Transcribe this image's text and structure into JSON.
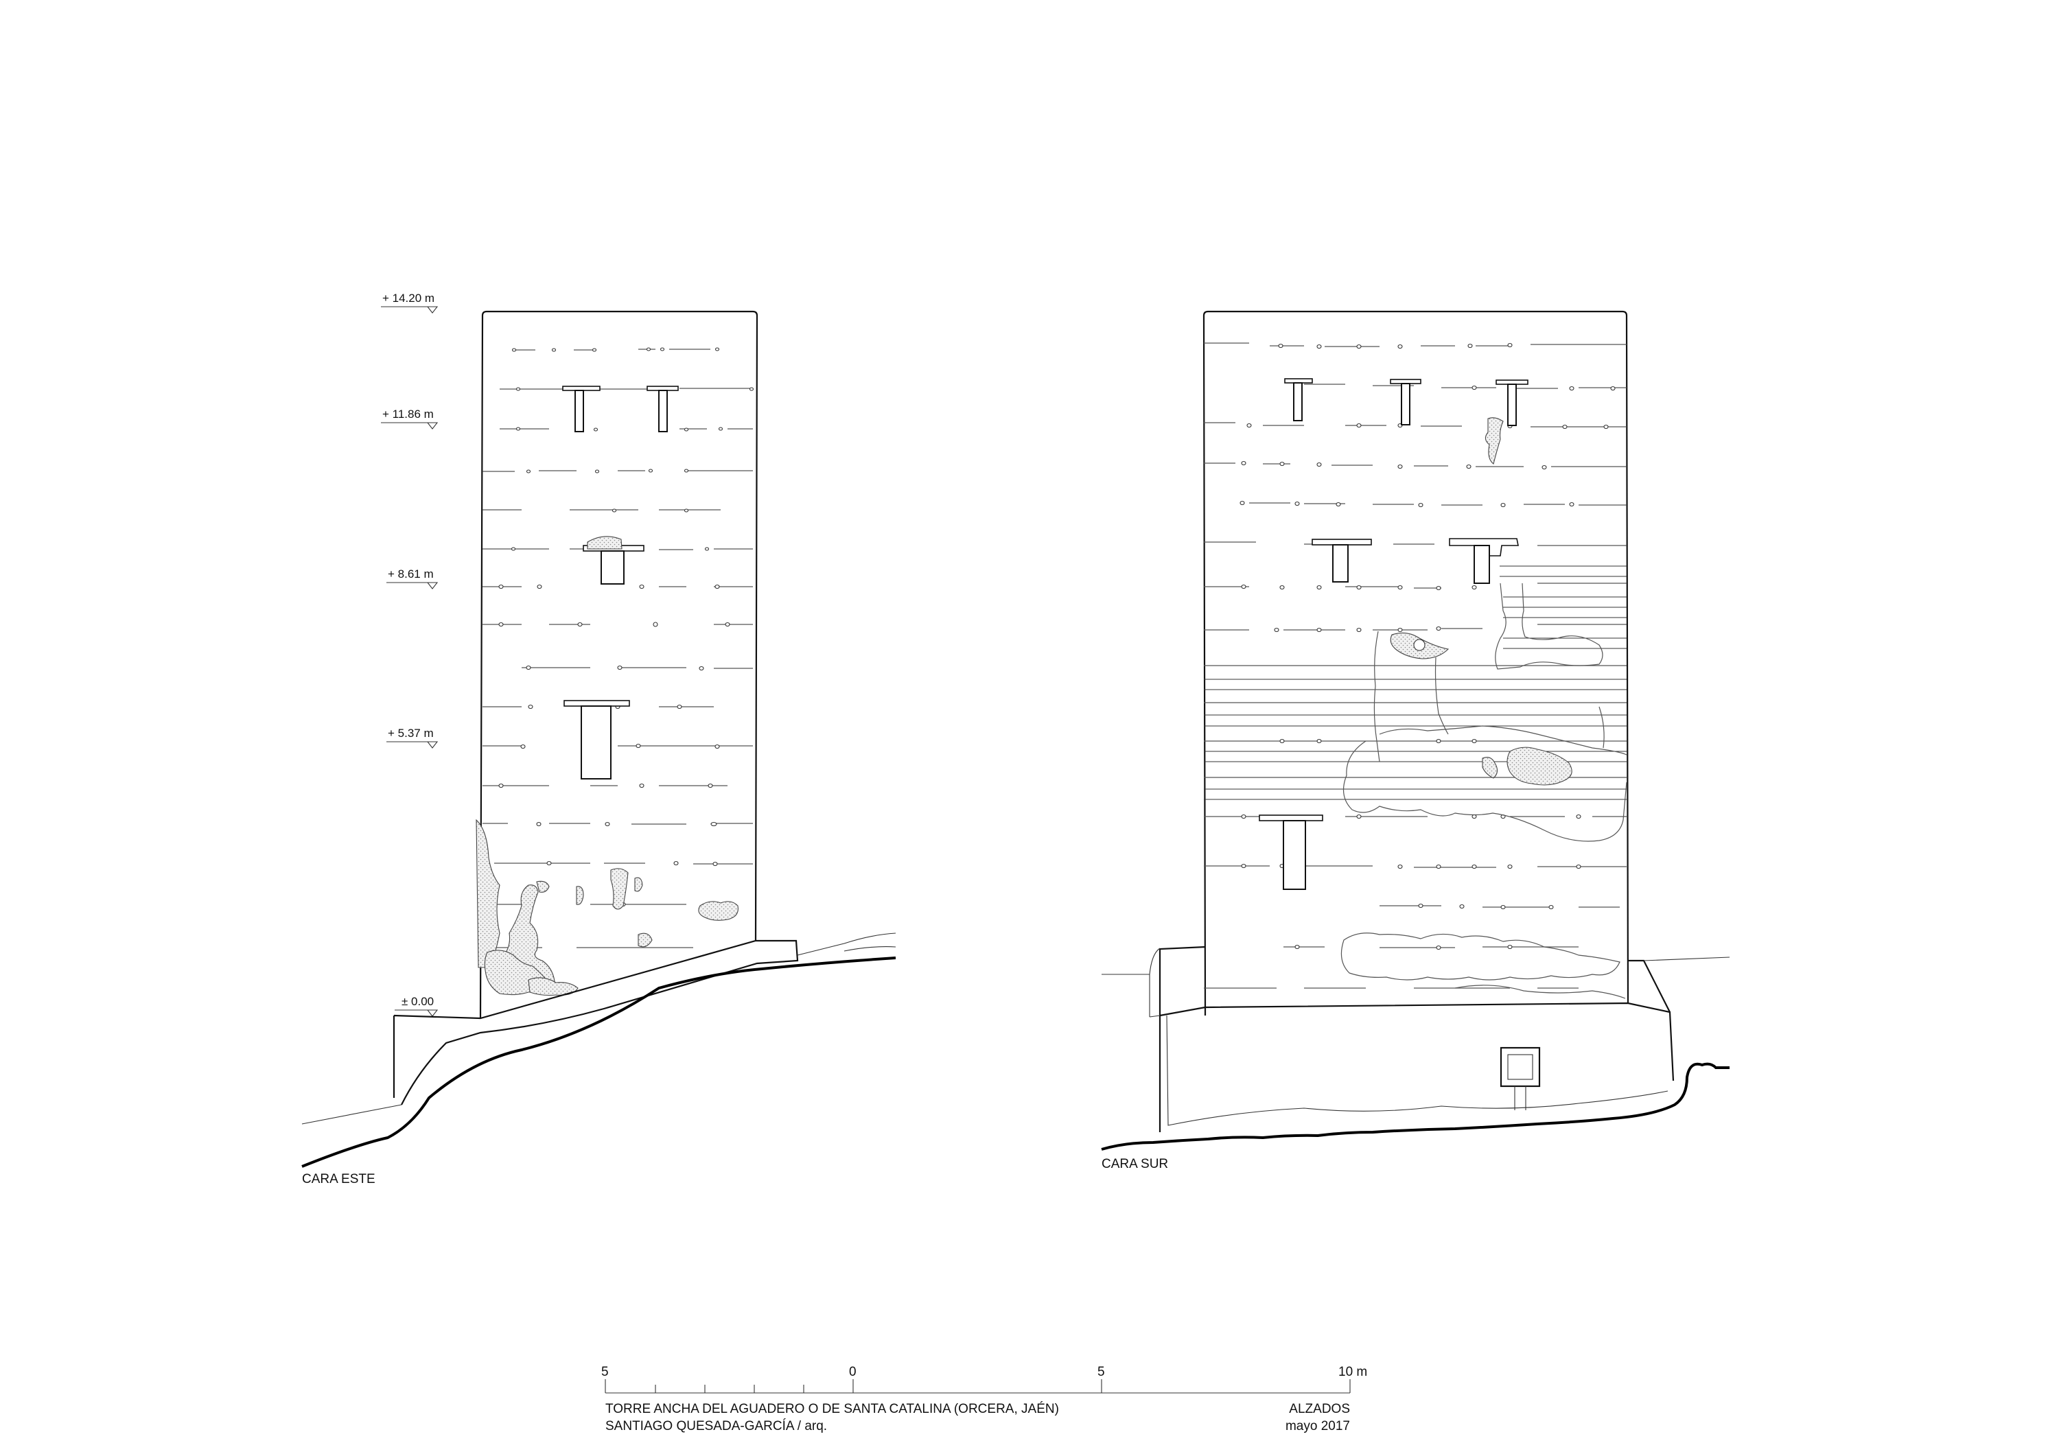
{
  "levels": [
    {
      "label": "+ 14.20 m"
    },
    {
      "label": "+ 11.86 m"
    },
    {
      "label": "+ 8.61 m"
    },
    {
      "label": "+ 5.37 m"
    },
    {
      "label": "± 0.00"
    }
  ],
  "elevations": {
    "east": {
      "caption": "CARA ESTE"
    },
    "south": {
      "caption": "CARA SUR"
    }
  },
  "scale_bar": {
    "labels": [
      "5",
      "0",
      "5",
      "10 m"
    ]
  },
  "title_block": {
    "title": "TORRE ANCHA DEL AGUADERO O DE SANTA CATALINA (ORCERA, JAÉN)",
    "author": "SANTIAGO QUESADA-GARCÍA / arq.",
    "sheet": "ALZADOS",
    "date": "mayo 2017"
  }
}
